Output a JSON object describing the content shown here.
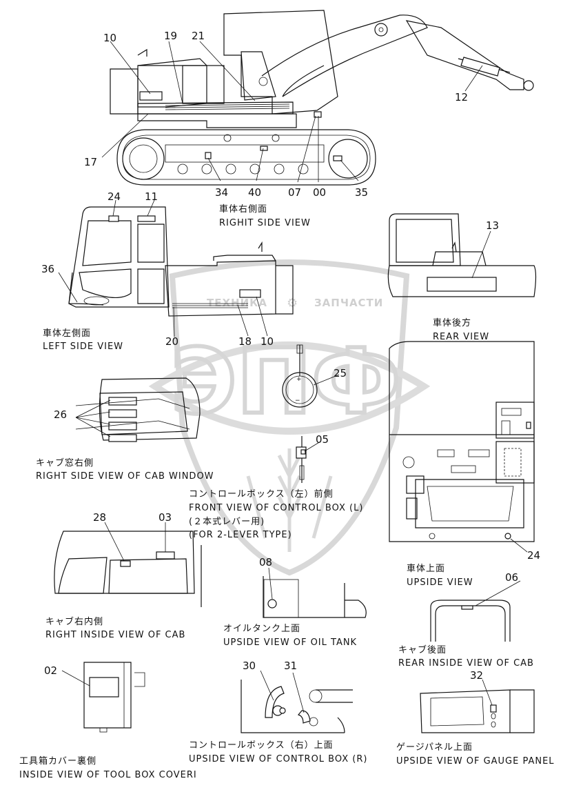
{
  "watermark": {
    "brand_left": "ТЕХНИКА",
    "brand_right": "ЗАПЧАСТИ",
    "logo_letters": "ЭПФ"
  },
  "views": {
    "right_side": {
      "jp": "車体右側面",
      "en": "RIGHIT SIDE VIEW"
    },
    "left_side": {
      "jp": "車体左側面",
      "en": "LEFT SIDE VIEW"
    },
    "rear": {
      "jp": "車体後方",
      "en": "REAR VIEW"
    },
    "cab_window": {
      "jp": "キャブ窓右側",
      "en": "RIGHT SIDE VIEW OF CAB WINDOW"
    },
    "control_box_l": {
      "jp": "コントロールボックス（左）前側",
      "en": "FRONT VIEW OF CONTROL BOX (L)",
      "note_jp": "(２本式レバー用)",
      "note_en": "(FOR 2-LEVER TYPE)"
    },
    "upside": {
      "jp": "車体上面",
      "en": "UPSIDE VIEW"
    },
    "cab_inside": {
      "jp": "キャブ右内側",
      "en": "RIGHT INSIDE VIEW OF CAB"
    },
    "oil_tank": {
      "jp": "オイルタンク上面",
      "en": "UPSIDE VIEW OF OIL TANK"
    },
    "cab_rear_inside": {
      "jp": "キャブ後面",
      "en": "REAR INSIDE VIEW OF CAB"
    },
    "tool_box": {
      "jp": "工具箱カバー裏側",
      "en": "INSIDE VIEW OF TOOL BOX COVERI"
    },
    "control_box_r": {
      "jp": "コントロールボックス（右）上面",
      "en": "UPSIDE VIEW OF CONTROL BOX (R)"
    },
    "gauge_panel": {
      "jp": "ゲージパネル上面",
      "en": "UPSIDE VIEW OF GAUGE PANEL"
    }
  },
  "callouts": {
    "c10a": "10",
    "c19": "19",
    "c21": "21",
    "c12": "12",
    "c17": "17",
    "c34": "34",
    "c40": "40",
    "c07": "07",
    "c00": "00",
    "c35": "35",
    "c24a": "24",
    "c11": "11",
    "c13": "13",
    "c36": "36",
    "c20": "20",
    "c18": "18",
    "c10b": "10",
    "c25": "25",
    "c26": "26",
    "c05": "05",
    "c28": "28",
    "c03": "03",
    "c24b": "24",
    "c08": "08",
    "c06": "06",
    "c02": "02",
    "c30": "30",
    "c31": "31",
    "c32": "32"
  }
}
